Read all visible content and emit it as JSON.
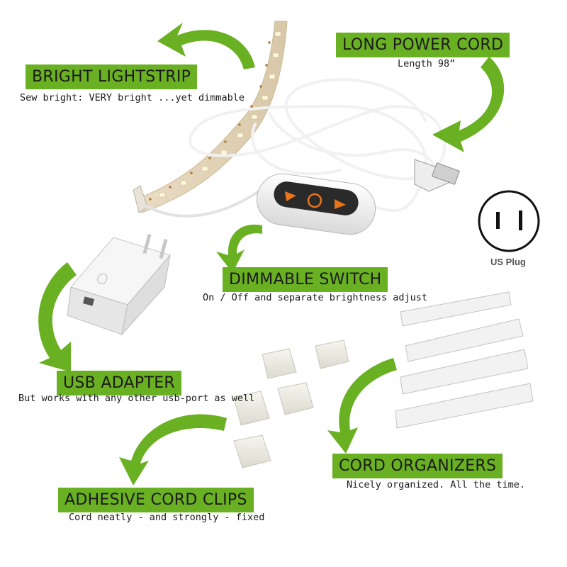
{
  "colors": {
    "accent_green": "#6ab023",
    "label_text": "#1b1b1b",
    "cable_white": "#f4f4f4",
    "switch_orange": "#e8741c"
  },
  "features": {
    "lightstrip": {
      "title": "BRIGHT LIGHTSTRIP",
      "subtitle": "Sew bright: VERY bright ...yet dimmable"
    },
    "power_cord": {
      "title": "LONG POWER CORD",
      "subtitle": "Length 98”"
    },
    "switch": {
      "title": "DIMMABLE SWITCH",
      "subtitle": "On / Off and separate brightness adjust"
    },
    "usb_adapter": {
      "title": "USB ADAPTER",
      "subtitle": "But works with any other usb-port as well"
    },
    "cord_organizers": {
      "title": "CORD ORGANIZERS",
      "subtitle": "Nicely organized. All the time."
    },
    "cord_clips": {
      "title": "ADHESIVE CORD CLIPS",
      "subtitle": "Cord neatly - and strongly - fixed"
    }
  },
  "plug_badge": {
    "caption": "US Plug",
    "icon": "us-plug-outlet-icon"
  },
  "icons": [
    "curved-arrow-icon",
    "led-strip-icon",
    "usb-cable-icon",
    "dimmer-switch-icon",
    "usb-wall-adapter-icon",
    "adhesive-strip-icon",
    "cord-clip-icon"
  ]
}
